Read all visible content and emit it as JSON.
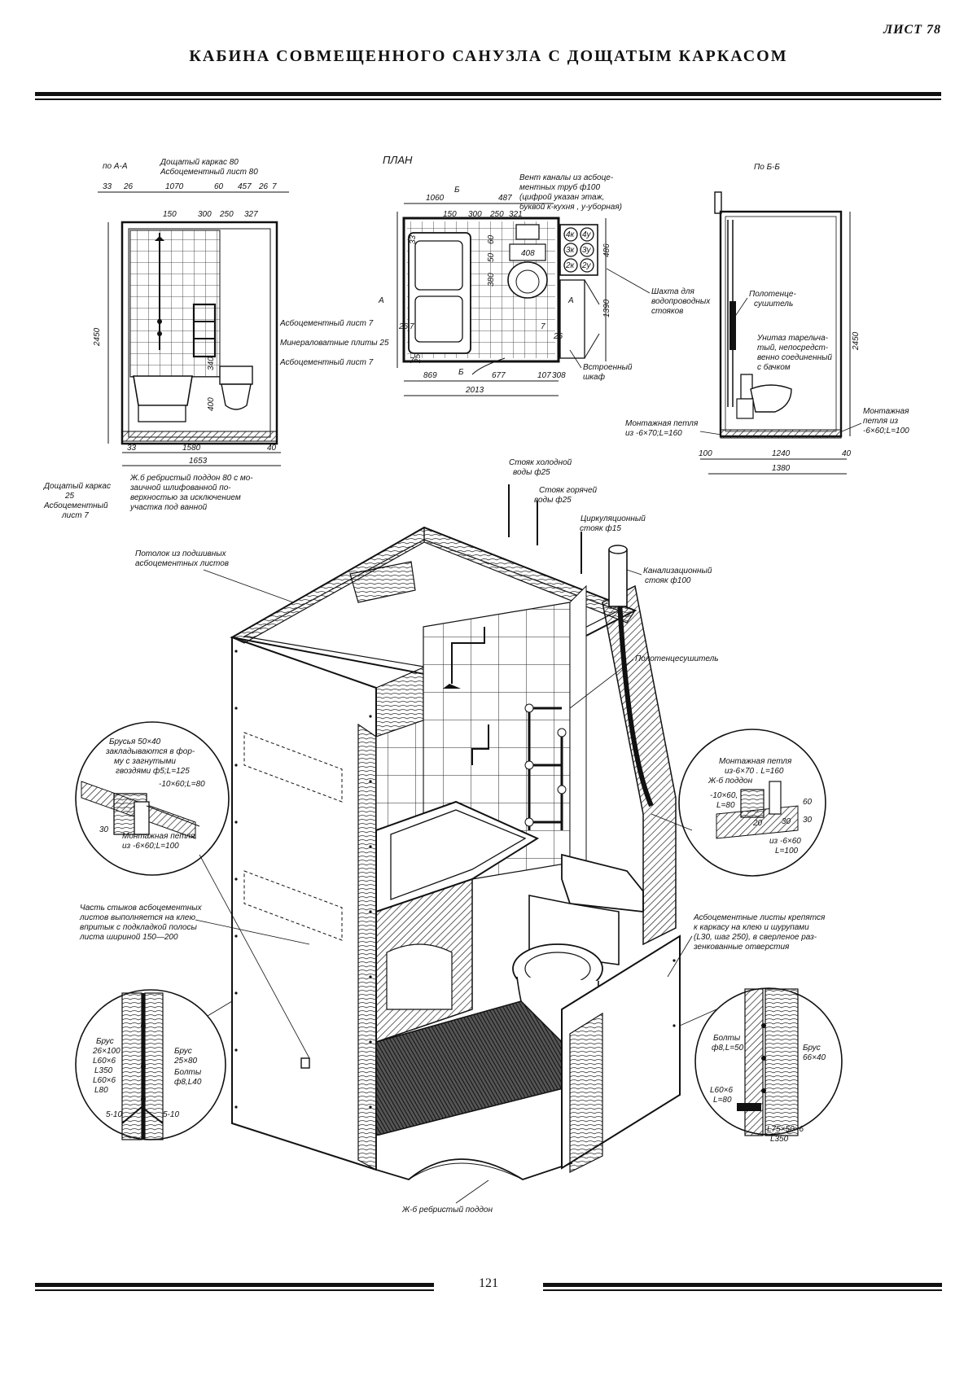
{
  "header": {
    "sheet_number": "ЛИСТ 78",
    "title": "КАБИНА СОВМЕЩЕННОГО САНУЗЛА С ДОЩАТЫМ КАРКАСОМ"
  },
  "section_aa": {
    "heading": "по А-А",
    "notes": {
      "frame": "Дощатый каркас 80",
      "sheet": "Асбоцементный лист 80",
      "right_1": "Асбоцементный лист 7",
      "right_2": "Минераловатные плиты 25",
      "right_3": "Асбоцементный лист 7",
      "bottom_left": [
        "Дощатый каркас",
        "25",
        "Асбоцементный",
        "лист 7"
      ],
      "pallet": [
        "Ж.б ребристый поддон 80 с мо-",
        "заичной шлифованной по-",
        "верхностью за исключением",
        "участка под ванной"
      ]
    },
    "dims": {
      "top": [
        "33",
        "26",
        "1070",
        "60",
        "457",
        "26",
        "7"
      ],
      "top2": [
        "150",
        "300",
        "250",
        "327"
      ],
      "height": "2450",
      "side": [
        "340",
        "400"
      ],
      "bottom": [
        "33",
        "1580",
        "40",
        "1653"
      ]
    }
  },
  "plan": {
    "heading": "ПЛАН",
    "notes": {
      "vent": [
        "Вент каналы из асбоце-",
        "ментных труб ф100",
        "(цифрой указан этаж,",
        "буквой к-кухня , у-уборная)"
      ],
      "shaft": [
        "Шахта для",
        "водопроводных",
        "стояков"
      ],
      "cabinet": [
        "Встроенный",
        "шкаф"
      ]
    },
    "dims": {
      "top": [
        "1060",
        "487"
      ],
      "top2": [
        "150",
        "300",
        "250",
        "321"
      ],
      "right": [
        "486",
        "1390"
      ],
      "inner": [
        "380",
        "50",
        "60"
      ],
      "bottom": [
        "869",
        "677",
        "107",
        "308"
      ],
      "total": "2013",
      "marks": [
        "Б",
        "Б",
        "А",
        "А",
        "7",
        "7",
        "7",
        "26",
        "26",
        "33",
        "25",
        "408"
      ],
      "vent_labels": [
        "4к",
        "4у",
        "3к",
        "3у",
        "2к",
        "2у"
      ]
    }
  },
  "section_bb": {
    "heading": "По Б-Б",
    "notes": {
      "dryer": [
        "Полотенце-",
        "сушитель"
      ],
      "toilet": [
        "Унитаз тарельча-",
        "тый, непосредст-",
        "венно соединенный",
        "с бачком"
      ],
      "loop_right": [
        "Монтажная",
        "петля из",
        "-6×60;L=100"
      ],
      "loop_left": [
        "Монтажная петля",
        "из -6×70;L=160"
      ]
    },
    "dims": {
      "height": "2450",
      "bottom": [
        "100",
        "1240",
        "40"
      ],
      "total": "1380"
    }
  },
  "isometric": {
    "labels": {
      "cold": [
        "Стояк холодной",
        "воды ф25"
      ],
      "hot": [
        "Стояк горячей",
        "воды ф25"
      ],
      "circ": [
        "Циркуляционный",
        "стояк ф15"
      ],
      "sewer": [
        "Канализационный",
        "стояк ф100"
      ],
      "ceiling": [
        "Потолок из подшивных",
        "асбоцементных листов"
      ],
      "towel": "Полотенцесушитель",
      "joints": [
        "Часть стыков асбоцементных",
        "листов выполняется на клею",
        "впритык с подкладкой полосы",
        "листа шириной 150—200"
      ],
      "fixing": [
        "Асбоцементные листы крепятся",
        "к каркасу на клею и шурупами",
        "(L30, шаг 250), в сверленое раз-",
        "зенкованные отверстия"
      ],
      "pallet": "Ж-б ребристый поддон"
    }
  },
  "details": {
    "left_top": {
      "labels": [
        "Брусья 50×40",
        "закладываются в фор-",
        "му с загнутыми",
        "гвоздями ф5;L=125",
        "-10×60;L=80",
        "Монтажная петля",
        "из -6×60;L=100",
        "30"
      ]
    },
    "right_top": {
      "labels": [
        "Монтажная петля",
        "из-6×70 . L=160",
        "Ж-б поддон",
        "-10×60,",
        "L=80",
        "60",
        "30",
        "из -6×60",
        "L=100",
        "20",
        "30"
      ]
    },
    "left_bottom": {
      "labels": [
        "Брус",
        "26×100",
        "L60×6",
        "L350",
        "L60×6",
        "L80",
        "Брус",
        "25×80",
        "Болты",
        "ф8,L40",
        "5-10",
        "5-10"
      ]
    },
    "right_bottom": {
      "labels": [
        "Болты",
        "ф8,L=50",
        "Брус",
        "66×40",
        "L60×6",
        "L=80",
        "L75×50×6",
        "L350"
      ]
    }
  },
  "footer": {
    "page_number": "121"
  }
}
